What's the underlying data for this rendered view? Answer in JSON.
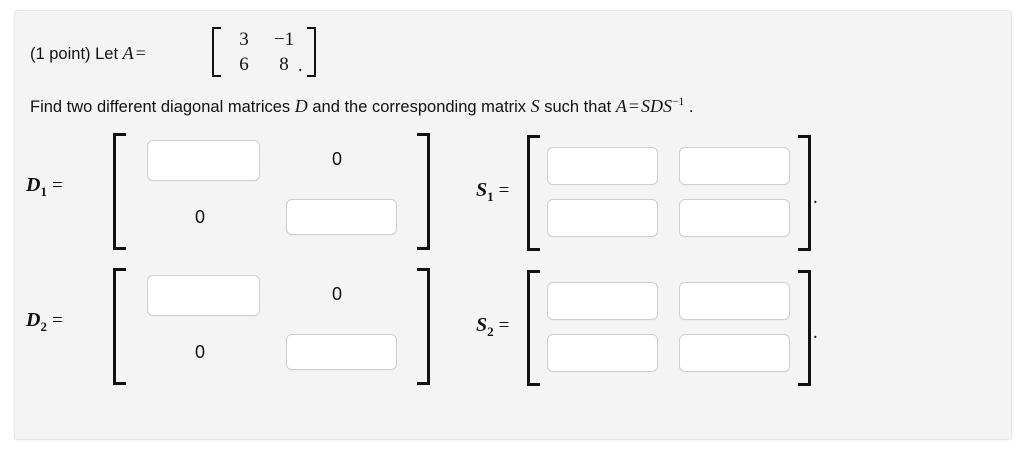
{
  "problem": {
    "points_label": "(1 point)",
    "lead_text": "Let",
    "matrix_A_symbol": "A",
    "equals": "=",
    "matrix_A": {
      "rows": [
        [
          "3",
          "−1"
        ],
        [
          "6",
          "8"
        ]
      ]
    },
    "period": ".",
    "instruction": {
      "part1": "Find two different diagonal matrices",
      "symbol_D": "D",
      "part2": "and the corresponding matrix",
      "symbol_S": "S",
      "part3": "such that",
      "equation_lhs": "A",
      "equation_eq": "=",
      "equation_rhs_base": "SDS",
      "equation_rhs_sup": "−1",
      "equation_period": "."
    }
  },
  "answers": [
    {
      "label_base": "D",
      "label_sub": "1",
      "label_eq": "=",
      "type": "diagonal",
      "cells": [
        {
          "kind": "input",
          "value": "",
          "placeholder": ""
        },
        {
          "kind": "static",
          "value": "0"
        },
        {
          "kind": "static",
          "value": "0"
        },
        {
          "kind": "input",
          "value": "",
          "placeholder": ""
        }
      ],
      "trailing": ""
    },
    {
      "label_base": "S",
      "label_sub": "1",
      "label_eq": "=",
      "type": "full",
      "cells": [
        {
          "kind": "input",
          "value": "",
          "placeholder": ""
        },
        {
          "kind": "input",
          "value": "",
          "placeholder": ""
        },
        {
          "kind": "input",
          "value": "",
          "placeholder": ""
        },
        {
          "kind": "input",
          "value": "",
          "placeholder": ""
        }
      ],
      "trailing": "."
    },
    {
      "label_base": "D",
      "label_sub": "2",
      "label_eq": "=",
      "type": "diagonal",
      "cells": [
        {
          "kind": "input",
          "value": "",
          "placeholder": ""
        },
        {
          "kind": "static",
          "value": "0"
        },
        {
          "kind": "static",
          "value": "0"
        },
        {
          "kind": "input",
          "value": "",
          "placeholder": ""
        }
      ],
      "trailing": ""
    },
    {
      "label_base": "S",
      "label_sub": "2",
      "label_eq": "=",
      "type": "full",
      "cells": [
        {
          "kind": "input",
          "value": "",
          "placeholder": ""
        },
        {
          "kind": "input",
          "value": "",
          "placeholder": ""
        },
        {
          "kind": "input",
          "value": "",
          "placeholder": ""
        },
        {
          "kind": "input",
          "value": "",
          "placeholder": ""
        }
      ],
      "trailing": "."
    }
  ],
  "colors": {
    "panel_background": "#f4f4f4",
    "page_background": "#ffffff",
    "text": "#111111",
    "input_border": "#cfcfcf",
    "input_background": "#ffffff"
  }
}
